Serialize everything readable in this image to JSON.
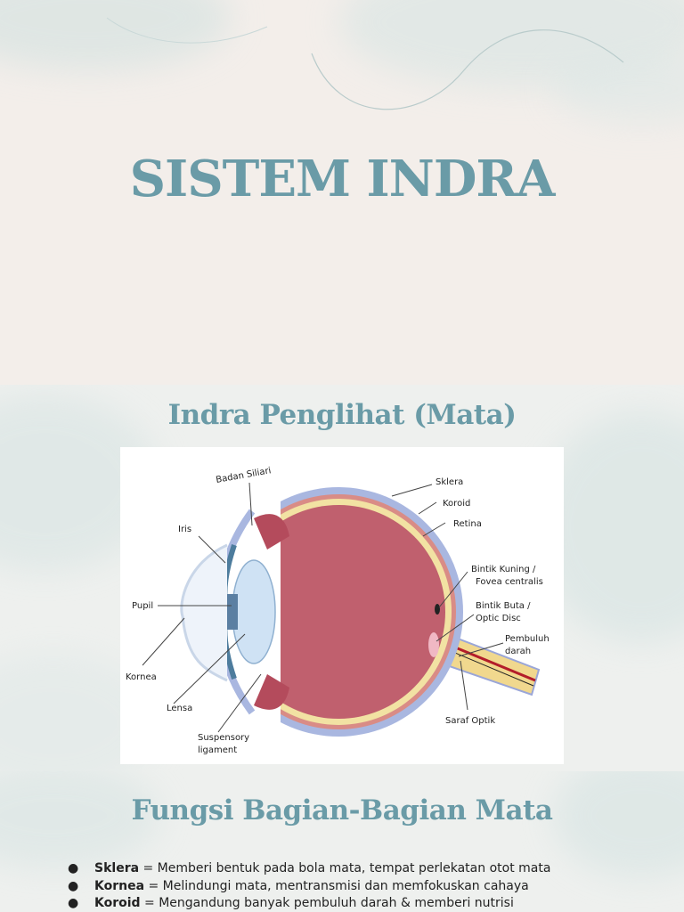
{
  "slide1": {
    "title": "SISTEM INDRA"
  },
  "slide2": {
    "title": "Indra Penglihat (Mata)",
    "diagram_labels": {
      "badan_siliari": "Badan Siliari",
      "sklera": "Sklera",
      "koroid": "Koroid",
      "retina": "Retina",
      "iris": "Iris",
      "bintik_kuning_1": "Bintik Kuning /",
      "bintik_kuning_2": "Fovea centralis",
      "pupil": "Pupil",
      "bintik_buta_1": "Bintik Buta /",
      "bintik_buta_2": "Optic Disc",
      "pembuluh_1": "Pembuluh",
      "pembuluh_2": "darah",
      "kornea": "Kornea",
      "lensa": "Lensa",
      "saraf_optik": "Saraf Optik",
      "suspensory_1": "Suspensory",
      "suspensory_2": "ligament"
    }
  },
  "slide3": {
    "title": "Fungsi Bagian-Bagian Mata",
    "bullet": "●",
    "items": [
      {
        "term": "Sklera",
        "desc": " = Memberi bentuk pada bola mata, tempat perlekatan otot mata"
      },
      {
        "term": "Kornea",
        "desc": " = Melindungi mata, mentransmisi dan memfokuskan cahaya"
      },
      {
        "term": "Koroid",
        "desc": " = Mengandung banyak pembuluh darah & memberi nutrisi"
      }
    ]
  },
  "colors": {
    "title": "#6a9ba7",
    "background": "#f4efea",
    "eye_interior": "#c0606e",
    "sclera_outer": "#a9b7e0",
    "retina_layer": "#f2e2a3",
    "optic_nerve": "#f1d88e"
  }
}
